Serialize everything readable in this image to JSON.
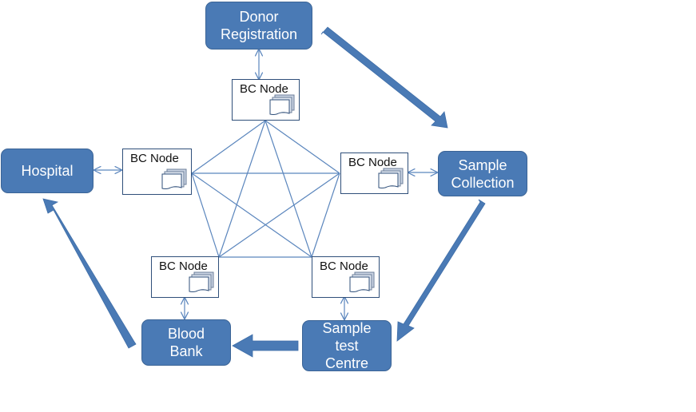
{
  "diagram": {
    "title": "Blockchain-based blood supply chain",
    "colors": {
      "entity_fill": "#4a7ab5",
      "entity_border": "#3b6496",
      "flow_arrow": "#4a7ab5",
      "mesh_line": "#5b86bd",
      "node_border": "#2f4f7a"
    },
    "entities": [
      {
        "id": "donor",
        "label": "Donor\nRegistration"
      },
      {
        "id": "sample_collection",
        "label": "Sample\nCollection"
      },
      {
        "id": "sample_test",
        "label": "Sample\ntest\nCentre"
      },
      {
        "id": "blood_bank",
        "label": "Blood\nBank"
      },
      {
        "id": "hospital",
        "label": "Hospital"
      }
    ],
    "bc_nodes": [
      {
        "id": "node_top",
        "label": "BC Node",
        "icon": "document-stack-icon",
        "linked_entity": "donor"
      },
      {
        "id": "node_right",
        "label": "BC Node",
        "icon": "document-stack-icon",
        "linked_entity": "sample_collection"
      },
      {
        "id": "node_bottom_right",
        "label": "BC Node",
        "icon": "document-stack-icon",
        "linked_entity": "sample_test"
      },
      {
        "id": "node_bottom_left",
        "label": "BC Node",
        "icon": "document-stack-icon",
        "linked_entity": "blood_bank"
      },
      {
        "id": "node_left",
        "label": "BC Node",
        "icon": "document-stack-icon",
        "linked_entity": "hospital"
      }
    ],
    "flow": [
      {
        "from": "donor",
        "to": "sample_collection"
      },
      {
        "from": "sample_collection",
        "to": "sample_test"
      },
      {
        "from": "sample_test",
        "to": "blood_bank"
      },
      {
        "from": "blood_bank",
        "to": "hospital"
      }
    ],
    "mesh": "fully-connected pentagon between all BC nodes"
  }
}
